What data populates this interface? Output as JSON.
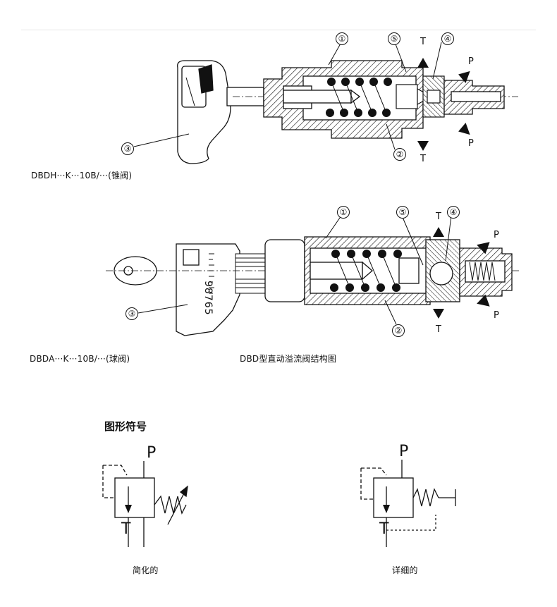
{
  "diagram": {
    "captions": {
      "cone_valve": "DBDH···K···10B/···(锥阀)",
      "ball_valve": "DBDA···K···10B/···(球阀)",
      "main_title": "DBD型直动溢流阀结构图"
    },
    "callouts": [
      "①",
      "②",
      "③",
      "④",
      "⑤"
    ],
    "ports": {
      "pressure": "P",
      "tank": "T"
    },
    "dial_digits": "98765",
    "symbols": {
      "title": "图形符号",
      "simplified": "简化的",
      "detailed": "详细的"
    }
  }
}
